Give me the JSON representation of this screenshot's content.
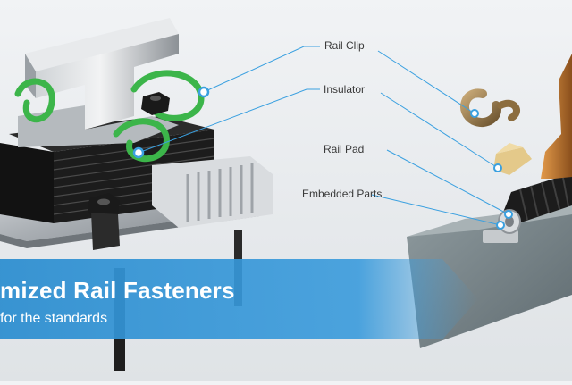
{
  "labels": {
    "rail_clip": "Rail Clip",
    "insulator": "Insulator",
    "rail_pad": "Rail Pad",
    "embedded_parts": "Embedded Parts"
  },
  "banner": {
    "title": "mized Rail Fasteners",
    "subtitle": "for the standards"
  },
  "colors": {
    "banner_blue": "#2f8fd0",
    "leader_line": "#3aa0e0",
    "clip_green": "#3cb54a",
    "pad_black": "#1c1c1c",
    "steel": "#b9bec3"
  }
}
